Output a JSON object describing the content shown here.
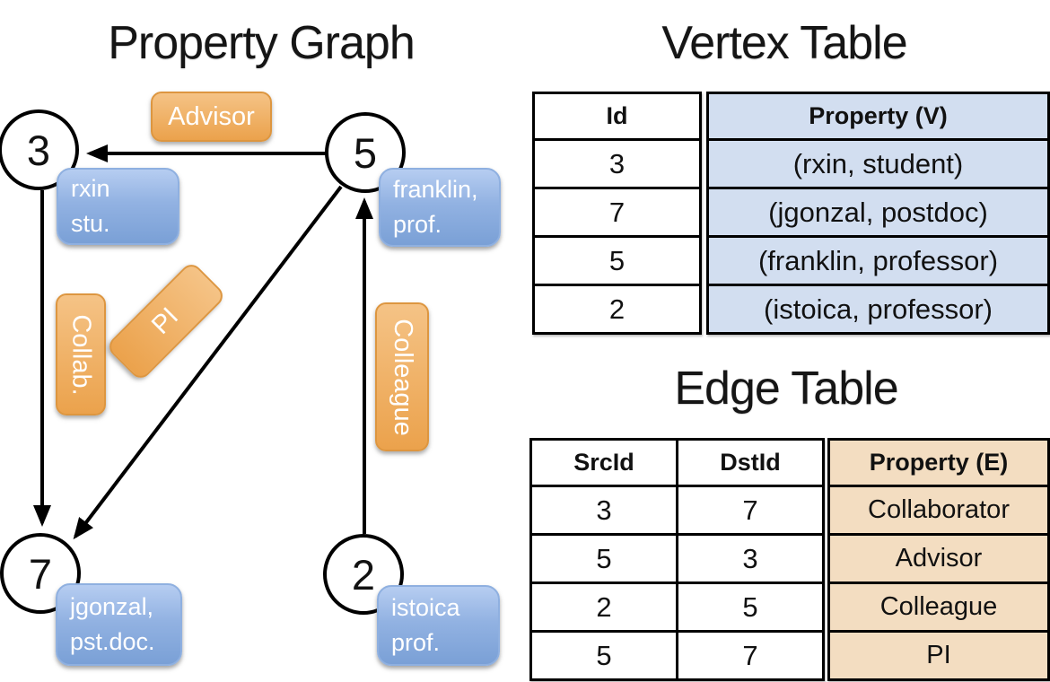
{
  "graph": {
    "title": "Property Graph",
    "nodes": [
      {
        "id": "3",
        "label": "3",
        "property_line1": "rxin",
        "property_line2": "stu."
      },
      {
        "id": "5",
        "label": "5",
        "property_line1": "franklin,",
        "property_line2": "prof."
      },
      {
        "id": "7",
        "label": "7",
        "property_line1": "jgonzal,",
        "property_line2": "pst.doc."
      },
      {
        "id": "2",
        "label": "2",
        "property_line1": "istoica",
        "property_line2": "prof."
      }
    ],
    "edge_labels": [
      {
        "label": "Advisor",
        "orientation": "horizontal"
      },
      {
        "label": "Collab.",
        "orientation": "vertical"
      },
      {
        "label": "PI",
        "orientation": "diagonal-45"
      },
      {
        "label": "Colleague",
        "orientation": "vertical"
      }
    ],
    "edges": [
      {
        "from": "5",
        "to": "3",
        "label": "Advisor"
      },
      {
        "from": "3",
        "to": "7",
        "label": "Collab."
      },
      {
        "from": "5",
        "to": "7",
        "label": "PI"
      },
      {
        "from": "2",
        "to": "5",
        "label": "Colleague"
      }
    ]
  },
  "vertex_table": {
    "title": "Vertex Table",
    "columns": [
      "Id",
      "Property (V)"
    ],
    "rows": [
      [
        "3",
        "(rxin, student)"
      ],
      [
        "7",
        "(jgonzal, postdoc)"
      ],
      [
        "5",
        "(franklin, professor)"
      ],
      [
        "2",
        "(istoica, professor)"
      ]
    ]
  },
  "edge_table": {
    "title": "Edge Table",
    "columns": [
      "SrcId",
      "DstId",
      "Property (E)"
    ],
    "rows": [
      [
        "3",
        "7",
        "Collaborator"
      ],
      [
        "5",
        "3",
        "Advisor"
      ],
      [
        "2",
        "5",
        "Colleague"
      ],
      [
        "5",
        "7",
        "PI"
      ]
    ]
  },
  "colors": {
    "node_fill": "#ffffff",
    "node_border": "#000000",
    "vertex_box_blue": "#8fb0e0",
    "edge_box_orange": "#eba24c",
    "vertex_table_fill": "#d2def0",
    "edge_table_fill": "#f3ddc1",
    "line_color": "#000000",
    "text_on_boxes": "#ffffff"
  }
}
